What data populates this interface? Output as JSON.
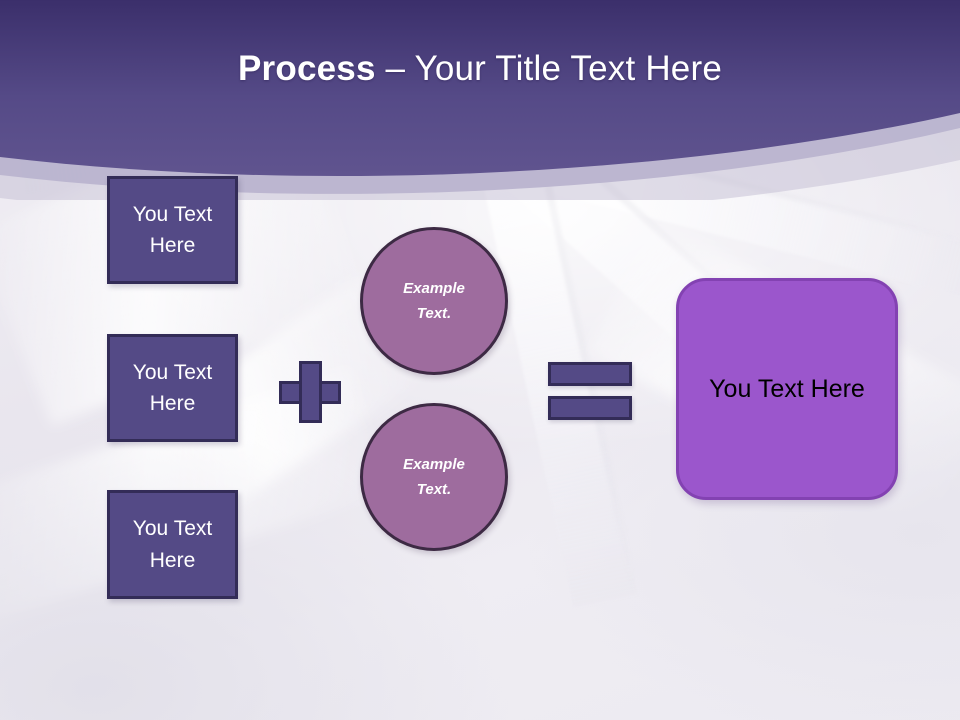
{
  "slide": {
    "title_bold": "Process",
    "title_rest": " – Your Title Text Here",
    "header_color_top": "#3F3370",
    "header_color_bottom": "#5B4E8C",
    "accent_band_color": "#A29BC0",
    "background_tint": "#EFEDF3"
  },
  "inputs": {
    "boxes": [
      {
        "label": "You Text Here",
        "fill": "#544A86",
        "border": "#332C57"
      },
      {
        "label": "You Text Here",
        "fill": "#544A86",
        "border": "#332C57"
      },
      {
        "label": "You Text Here",
        "fill": "#544A86",
        "border": "#332C57"
      }
    ]
  },
  "operators": {
    "plus": "+",
    "equals": "=",
    "operator_fill": "#544A86",
    "operator_border": "#332C57"
  },
  "circles": [
    {
      "line1": "Example",
      "line2": "Text.",
      "fill": "#9E6C9E",
      "border": "#3D2A44"
    },
    {
      "line1": "Example",
      "line2": "Text.",
      "fill": "#9E6C9E",
      "border": "#3D2A44"
    }
  ],
  "result": {
    "label": "You Text Here",
    "fill": "#9B56CC",
    "border": "#8342B2",
    "text_color": "#000000"
  }
}
